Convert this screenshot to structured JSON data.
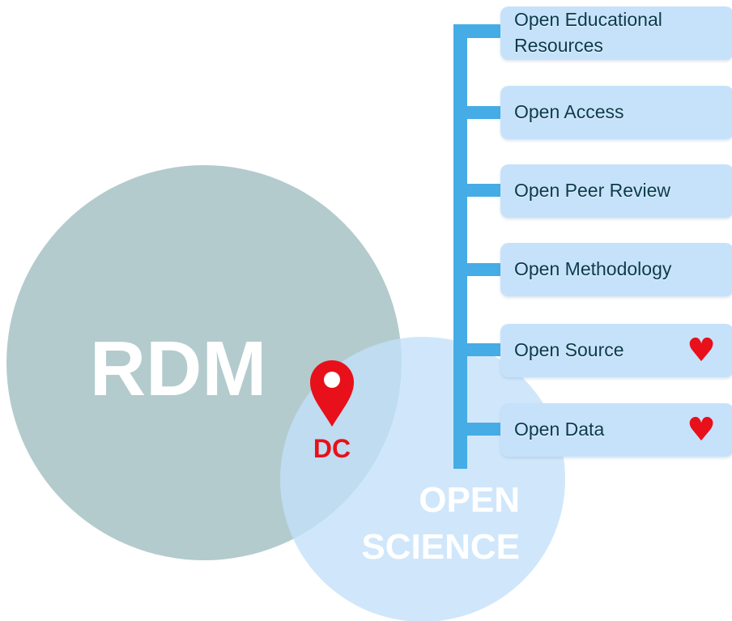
{
  "circles": {
    "rdm": {
      "label": "RDM",
      "color": "#b3cbcd"
    },
    "open_science": {
      "label_line1": "OPEN",
      "label_line2": "SCIENCE",
      "color": "#c3e0fa"
    }
  },
  "marker": {
    "label": "DC",
    "color": "#e8101a"
  },
  "branch_color": "#45ace5",
  "items": [
    {
      "label": "Open Educational Resources",
      "heart": false
    },
    {
      "label": "Open Access",
      "heart": false
    },
    {
      "label": "Open Peer Review",
      "heart": false
    },
    {
      "label": "Open Methodology",
      "heart": false
    },
    {
      "label": "Open Source",
      "heart": true,
      "heart_icon": "♥"
    },
    {
      "label": "Open Data",
      "heart": true,
      "heart_icon": "♥"
    }
  ]
}
